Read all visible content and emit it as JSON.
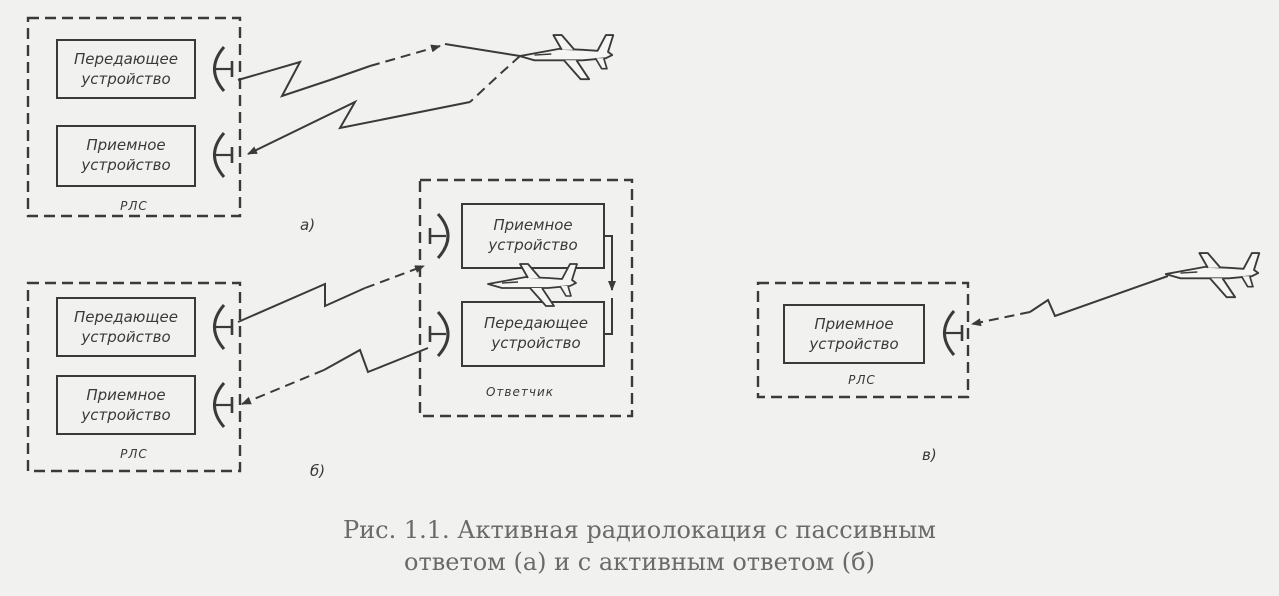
{
  "figure": {
    "part_a": {
      "transmitter_lines": [
        "Передающее",
        "устройство"
      ],
      "receiver_lines": [
        "Приемное",
        "устройство"
      ],
      "station_label": "РЛС",
      "sub_label": "а)"
    },
    "part_b": {
      "transmitter_lines": [
        "Передающее",
        "устройство"
      ],
      "receiver_lines": [
        "Приемное",
        "устройство"
      ],
      "station_label": "РЛС",
      "transponder_receiver_lines": [
        "Приемное",
        "устройство"
      ],
      "transponder_transmitter_lines": [
        "Передающее",
        "устройство"
      ],
      "transponder_label": "Ответчик",
      "sub_label": "б)"
    },
    "part_c": {
      "receiver_lines": [
        "Приемное",
        "устройство"
      ],
      "station_label": "РЛС",
      "sub_label": "в)"
    }
  },
  "caption": {
    "line1": "Рис. 1.1. Активная радиолокация с пассивным",
    "line2": "ответом (а) и с активным ответом (б)"
  },
  "colors": {
    "ink": "#3a3a3a",
    "background": "#f1f1ef",
    "caption": "#6a6a6a"
  }
}
